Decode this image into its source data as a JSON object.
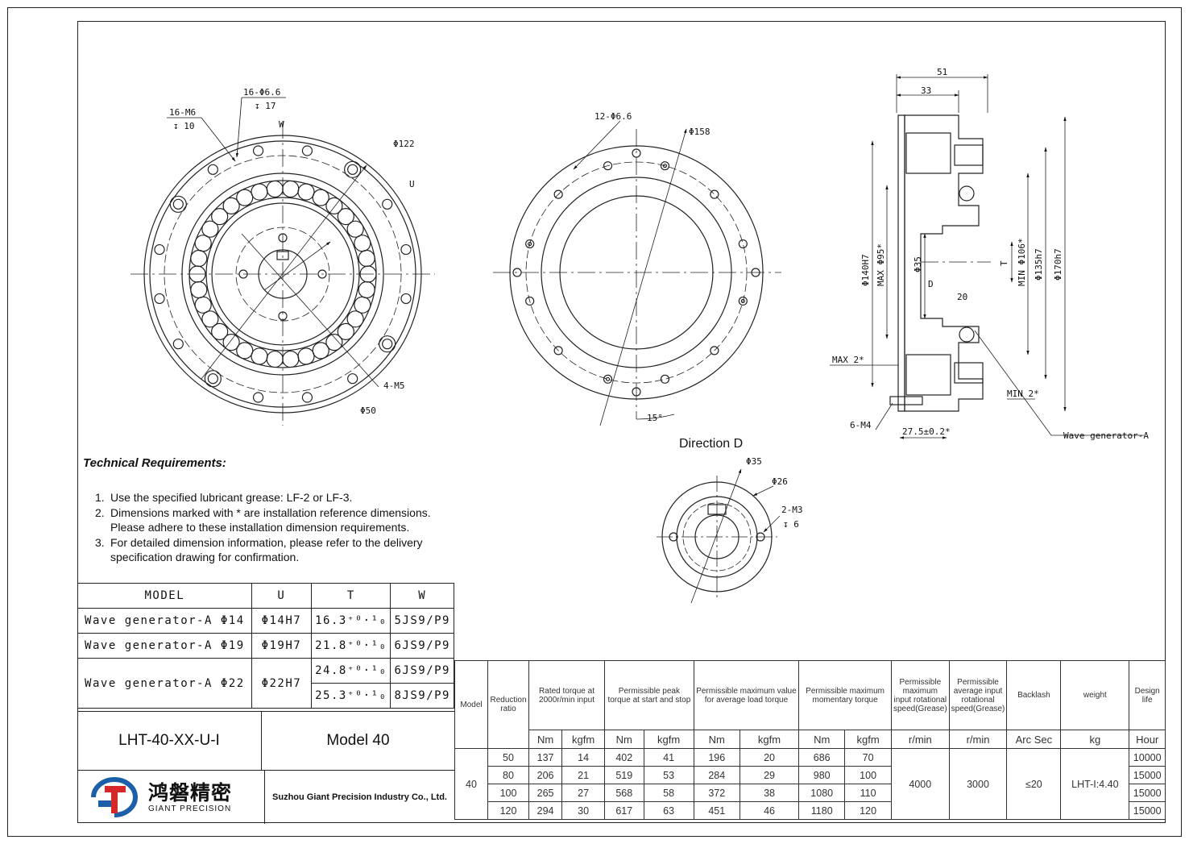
{
  "technical_requirements": {
    "title": "Technical Requirements:",
    "items": [
      {
        "num": "1.",
        "lines": [
          "Use the specified lubricant grease: LF-2 or LF-3."
        ]
      },
      {
        "num": "2.",
        "lines": [
          "Dimensions marked with * are installation reference dimensions.",
          "Please adhere to these installation dimension requirements."
        ]
      },
      {
        "num": "3.",
        "lines": [
          "For detailed dimension information, please refer to the delivery",
          "specification drawing for confirmation."
        ]
      }
    ]
  },
  "direction_label": "Direction D",
  "front_view": {
    "labels": {
      "holes_m6": "16-M6",
      "depth_m6": "↧ 10",
      "holes_66": "16-Φ6.6",
      "depth_66": "↧ 17",
      "w": "W",
      "d122": "Φ122",
      "u": "U",
      "m5": "4-M5",
      "d50": "Φ50"
    }
  },
  "back_view": {
    "labels": {
      "holes": "12-Φ6.6",
      "d158": "Φ158",
      "angle": "15°"
    }
  },
  "side_view": {
    "labels": {
      "l51": "51",
      "l33": "33",
      "d140": "Φ140H7",
      "max95": "MAX Φ95*",
      "d35": "Φ35",
      "t": "T",
      "min106": "MIN Φ106*",
      "d135": "Φ135h7",
      "d170": "Φ170h7",
      "dd": "D",
      "l20": "20",
      "max2": "MAX 2*",
      "min2": "MIN 2*",
      "m4": "6-M4",
      "l275": "27.5±0.2*",
      "wg": "Wave generator-A"
    }
  },
  "shaft_view": {
    "labels": {
      "d35": "Φ35",
      "d26": "Φ26",
      "m3": "2-M3",
      "depth": "↧ 6"
    }
  },
  "model_table": {
    "headers": [
      "MODEL",
      "U",
      "T",
      "W"
    ],
    "rows": [
      {
        "model": "Wave generator-A Φ14",
        "u": "Φ14H7",
        "t": "16.3⁺⁰·¹₀",
        "w": "5JS9/P9"
      },
      {
        "model": "Wave generator-A Φ19",
        "u": "Φ19H7",
        "t": "21.8⁺⁰·¹₀",
        "w": "6JS9/P9"
      },
      {
        "model": "Wave generator-A Φ22",
        "u": "Φ22H7",
        "t": "24.8⁺⁰·¹₀",
        "w": "6JS9/P9"
      },
      {
        "model": "",
        "u": "",
        "t": "25.3⁺⁰·¹₀",
        "w": "8JS9/P9"
      }
    ]
  },
  "title_block": {
    "part_no": "LHT-40-XX-U-I",
    "model": "Model 40",
    "company": "Suzhou Giant Precision Industry Co., Ltd.",
    "logo_cn": "鸿磐精密",
    "logo_en": "GIANT PRECISION"
  },
  "spec_table": {
    "headers": [
      "Model",
      "Reduction ratio",
      "Rated torque at 2000r/min input",
      "Permissible peak torque at start and stop",
      "Permissible maximum value for average load torque",
      "Permissible maximum momentary torque",
      "Permissible maximum input rotational speed(Grease)",
      "Permissible average input rotational speed(Grease)",
      "Backlash",
      "weight",
      "Design life"
    ],
    "units": [
      "Nm",
      "kgfm",
      "Nm",
      "kgfm",
      "Nm",
      "kgfm",
      "Nm",
      "kgfm",
      "r/min",
      "r/min",
      "Arc Sec",
      "kg",
      "Hour"
    ],
    "model": "40",
    "max_speed": "4000",
    "avg_speed": "3000",
    "backlash": "≤20",
    "weight": "LHT-I:4.40",
    "rows": [
      {
        "ratio": "50",
        "v": [
          "137",
          "14",
          "402",
          "41",
          "196",
          "20",
          "686",
          "70"
        ],
        "life": "10000"
      },
      {
        "ratio": "80",
        "v": [
          "206",
          "21",
          "519",
          "53",
          "284",
          "29",
          "980",
          "100"
        ],
        "life": "15000"
      },
      {
        "ratio": "100",
        "v": [
          "265",
          "27",
          "568",
          "58",
          "372",
          "38",
          "1080",
          "110"
        ],
        "life": "15000"
      },
      {
        "ratio": "120",
        "v": [
          "294",
          "30",
          "617",
          "63",
          "451",
          "46",
          "1180",
          "120"
        ],
        "life": "15000"
      }
    ]
  }
}
